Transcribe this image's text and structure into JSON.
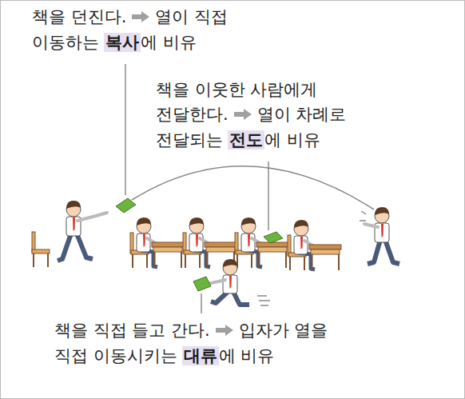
{
  "diagram": {
    "labels": [
      "책을 던진다.",
      "열이 직접 이동하는",
      "복사",
      "에 비유",
      "책을 이웃한 사람에게 전달한다.",
      "열이 차례로 전달되는",
      "전도",
      "에 비유",
      "책을 직접 들고 간다.",
      "입자가 열을 직접 이동시키는",
      "대류",
      "에 비유"
    ]
  }
}
